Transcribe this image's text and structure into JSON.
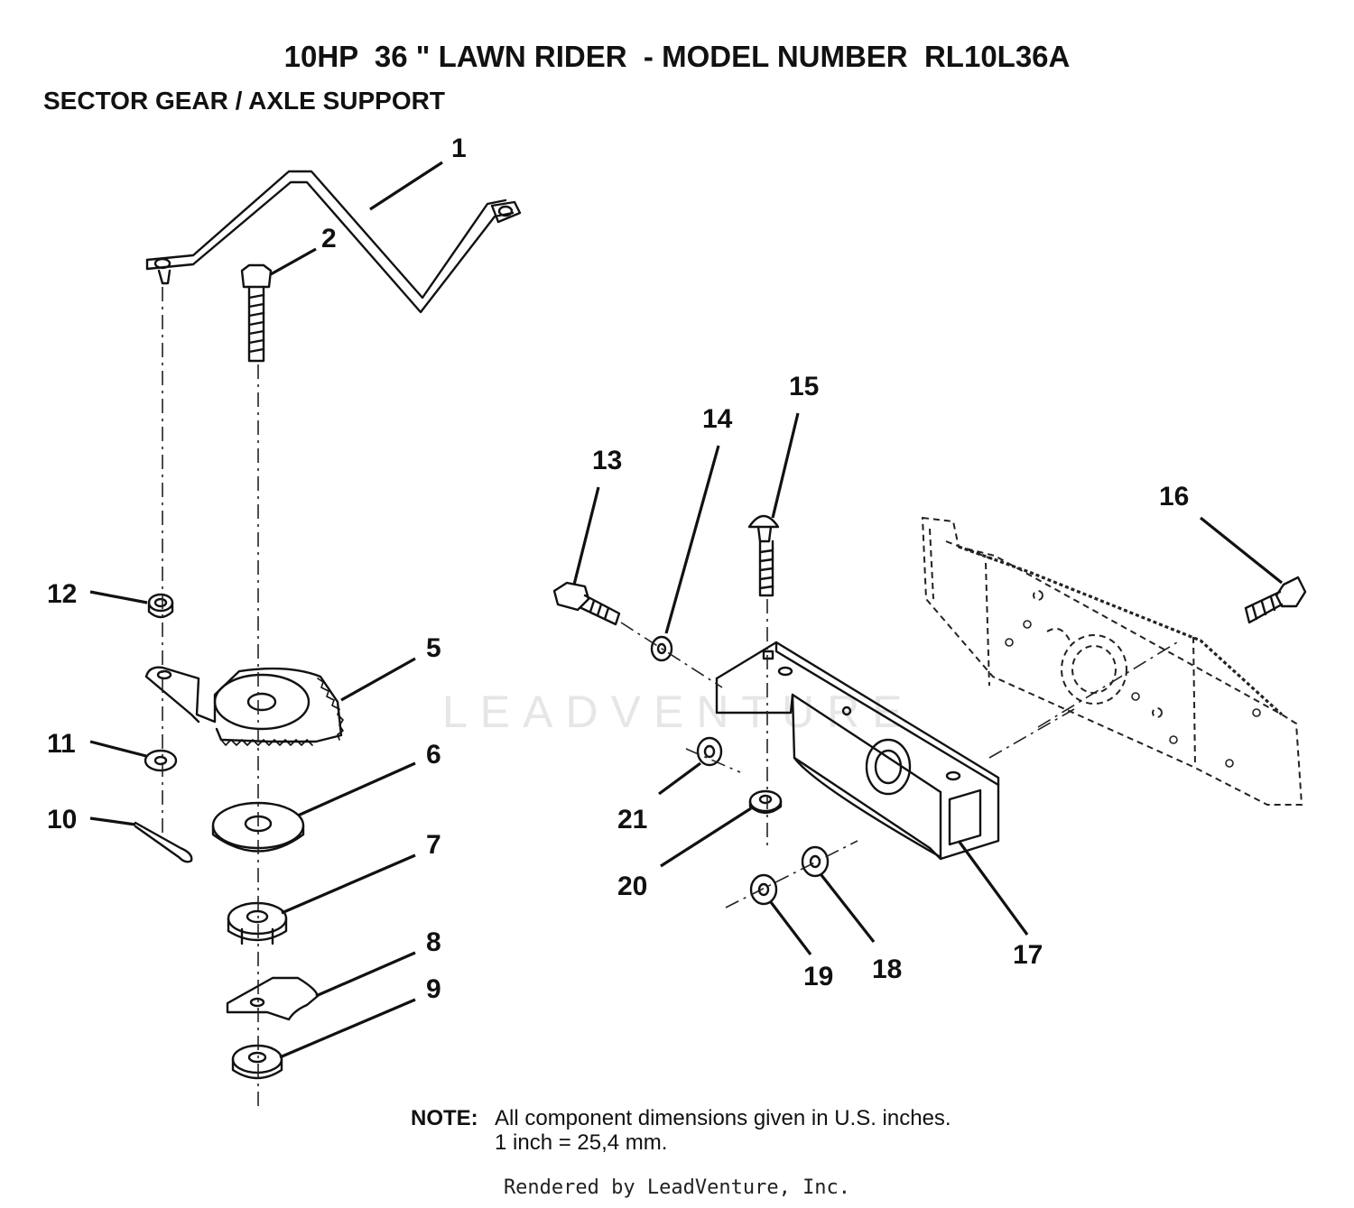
{
  "title": "10HP  36 \" LAWN RIDER  - MODEL NUMBER  RL10L36A",
  "subtitle": "SECTOR GEAR / AXLE SUPPORT",
  "watermark": "LEADVENTURE",
  "callouts": {
    "c1": "1",
    "c2": "2",
    "c5": "5",
    "c6": "6",
    "c7": "7",
    "c8": "8",
    "c9": "9",
    "c10": "10",
    "c11": "11",
    "c12": "12",
    "c13": "13",
    "c14": "14",
    "c15": "15",
    "c16": "16",
    "c17": "17",
    "c18": "18",
    "c19": "19",
    "c20": "20",
    "c21": "21"
  },
  "note": {
    "label": "NOTE:",
    "line1": "All component dimensions given in U.S. inches.",
    "line2": "1 inch  =  25,4 mm."
  },
  "footer": "Rendered by LeadVenture, Inc."
}
